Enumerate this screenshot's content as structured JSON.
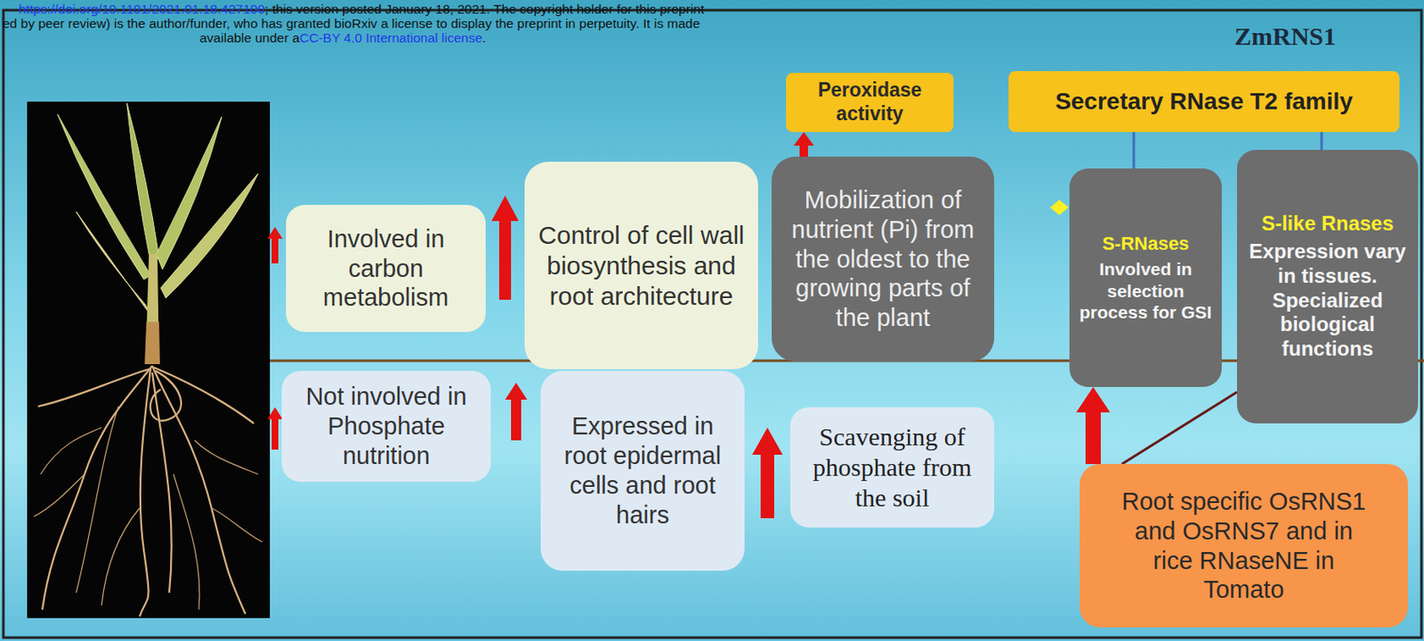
{
  "diagram": {
    "title": "ZmRNS1",
    "nodes": [
      {
        "text": [
          "Involved in carbon metabolism"
        ]
      },
      {
        "text": [
          "Control of cell wall biosynthesis and root architecture"
        ]
      },
      {
        "text": [
          "Peroxidase activity"
        ]
      },
      {
        "text": [
          "Mobilization of nutrient (Pi) from the oldest to the growing parts of the plant"
        ]
      },
      {
        "text": [
          "Secretary RNase T2 family"
        ]
      },
      {
        "text": [
          "S-RNases",
          "Involved in selection process for GSI"
        ]
      },
      {
        "text": [
          "S-like Rnases",
          "Expression vary in tissues. Specialized biological functions"
        ]
      },
      {
        "text": [
          "Not involved in Phosphate nutrition"
        ]
      },
      {
        "text": [
          "Expressed in root epidermal cells and root hairs"
        ]
      },
      {
        "text": [
          "Scavenging of phosphate from the soil"
        ]
      },
      {
        "text": [
          "Root specific OsRNS1 and OsRNS7 and in rice RNaseNE in Tomato"
        ]
      }
    ],
    "edges": [
      {
        "from": 4,
        "to": 5,
        "arrow": "none"
      },
      {
        "from": 4,
        "to": 6,
        "arrow": "none"
      },
      {
        "from": 6,
        "to": 10,
        "arrow": "none"
      },
      {
        "from": 3,
        "to": 2,
        "arrow": "to"
      },
      {
        "from": 10,
        "to": 5,
        "arrow": "to"
      }
    ],
    "labels": [
      "https://doi.org/10.1101/2021.01.18.427100",
      "; this version posted January 18, 2021. The copyright holder for this preprint",
      "ed by peer review) is the author/funder, who has granted bioRxiv a license to display the preprint in perpetuity. It is made",
      "available under a",
      "CC-BY 4.0 International license",
      "."
    ]
  }
}
